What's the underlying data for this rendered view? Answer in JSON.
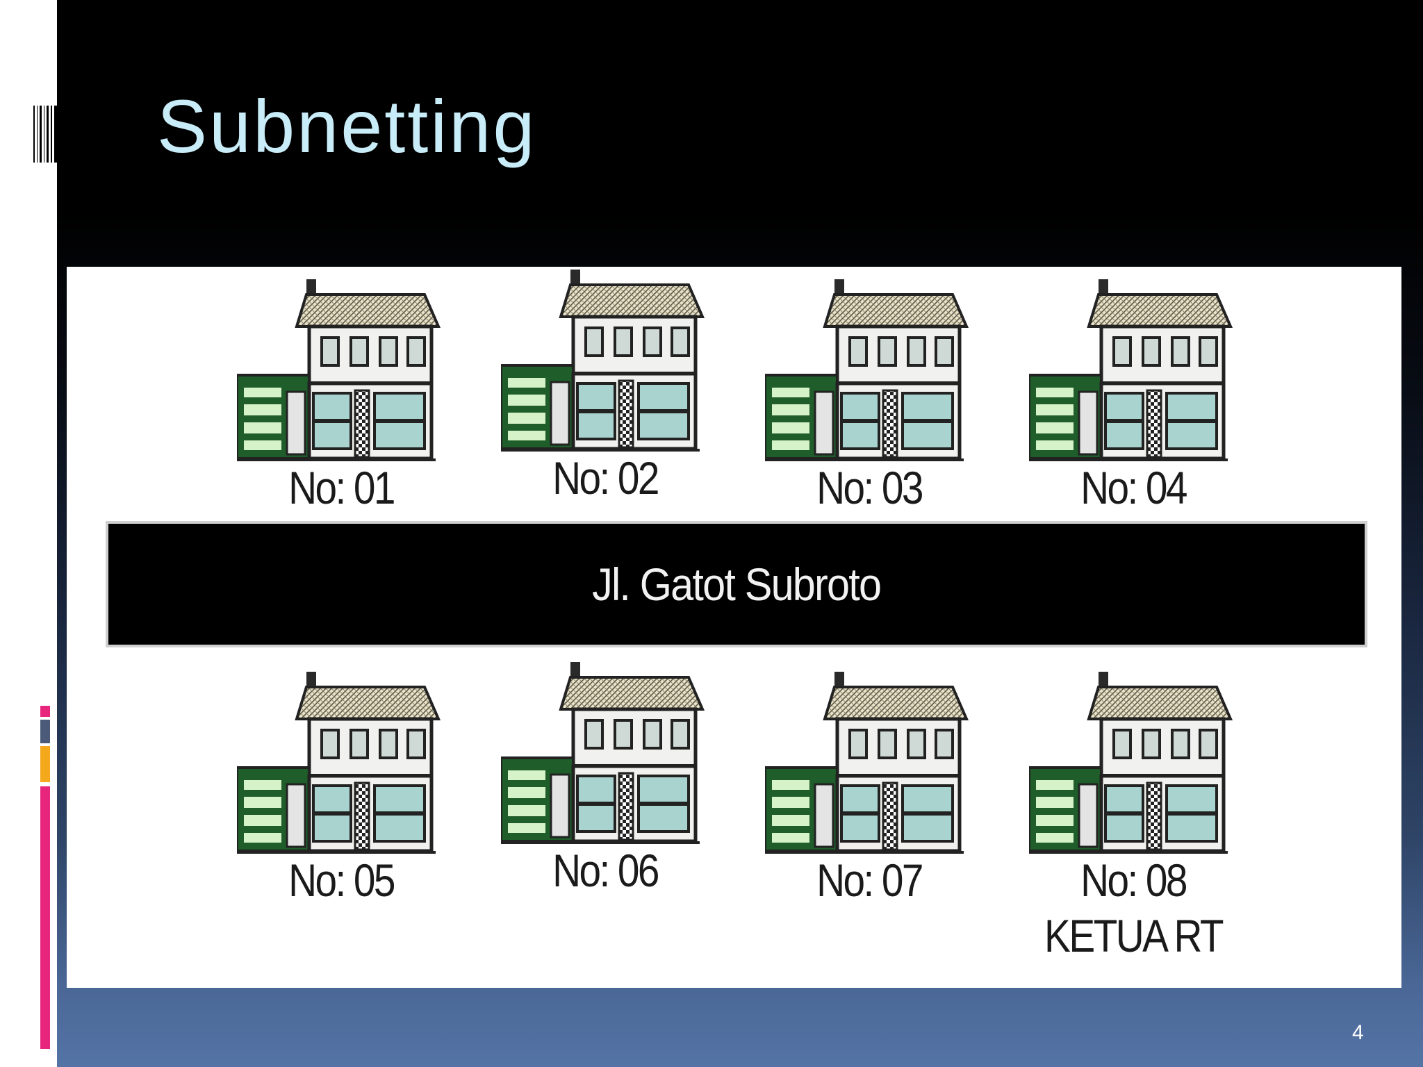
{
  "slide": {
    "title": "Subnetting",
    "page_number": "4"
  },
  "street": {
    "name": "Jl. Gatot Subroto"
  },
  "houses": [
    {
      "label": "No: 01",
      "sublabel": ""
    },
    {
      "label": "No: 02",
      "sublabel": ""
    },
    {
      "label": "No: 03",
      "sublabel": ""
    },
    {
      "label": "No: 04",
      "sublabel": ""
    },
    {
      "label": "No: 05",
      "sublabel": ""
    },
    {
      "label": "No: 06",
      "sublabel": ""
    },
    {
      "label": "No: 07",
      "sublabel": ""
    },
    {
      "label": "No: 08",
      "sublabel": "KETUA RT"
    }
  ],
  "colors": {
    "title": "#c8ecf8",
    "garage_green": "#1f5e2a",
    "window_teal": "#a9d3cf",
    "accent_pink": "#e8257d",
    "accent_orange": "#f4a81c",
    "accent_slate": "#4a5a78"
  }
}
